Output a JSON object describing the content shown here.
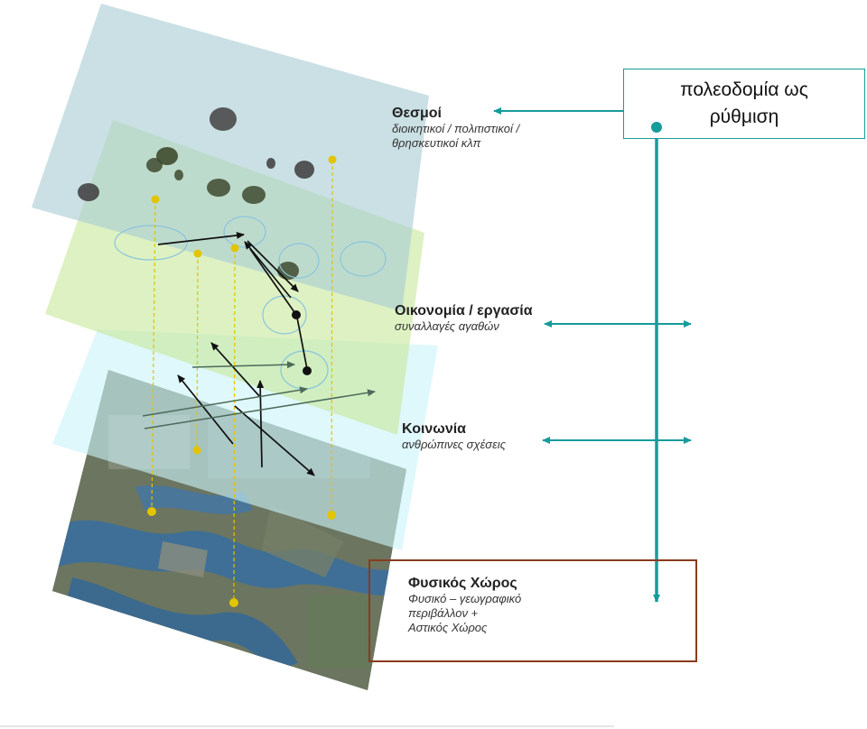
{
  "regulation_box": {
    "line1": "πολεοδομία ως",
    "line2": "ρύθμιση"
  },
  "layers": {
    "institutions": {
      "title": "Θεσμοί",
      "sub1": "διοικητικοί / πολιτιστικοί /",
      "sub2": "θρησκευτικοί  κλπ"
    },
    "economy": {
      "title": "Οικονομία / εργασία",
      "sub1": "συναλλαγές αγαθών"
    },
    "society": {
      "title": "Κοινωνία",
      "sub1": "ανθρώπινες σχέσεις"
    },
    "physical": {
      "title": "Φυσικός Χώρος",
      "sub1": "Φυσικό – γεωγραφικό",
      "sub2": "περιβάλλον +",
      "sub3": "Αστικός Χώρος"
    }
  },
  "colors": {
    "connector": "#169c9a",
    "physical_border": "#8b3a1e",
    "layer_institutions": "#a9cdd4",
    "layer_economy": "#c7e79a",
    "layer_society": "#ccf3f8",
    "points": "#e2c400"
  }
}
